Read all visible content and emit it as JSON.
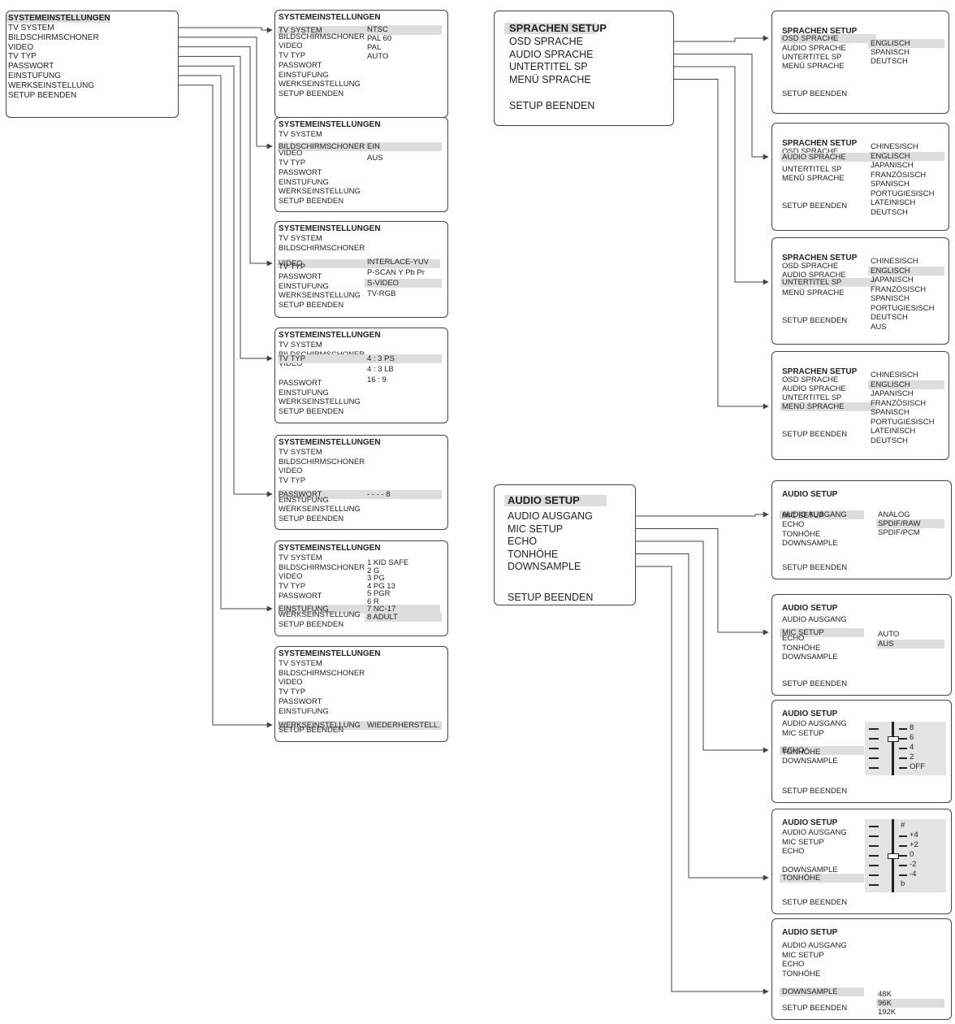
{
  "colors": {
    "line": "#444444",
    "highlight": "#dddddd",
    "text": "#222222"
  },
  "icons": {
    "connector": "arrow-right-icon",
    "slider_knob": "slider-knob-icon"
  },
  "system_setup": {
    "title": "SYSTEMEINSTELLUNGEN",
    "items": [
      "TV SYSTEM",
      "BILDSCHIRMSCHONER",
      "VIDEO",
      "TV TYP",
      "PASSWORT",
      "EINSTUFUNG",
      "WERKSEINSTELLUNG",
      "SETUP BEENDEN"
    ],
    "submenus": [
      {
        "selected": "TV SYSTEM",
        "options": [
          "NTSC",
          "PAL 60",
          "PAL",
          "AUTO"
        ],
        "highlighted_option": "NTSC"
      },
      {
        "selected": "BILDSCHIRMSCHONER",
        "options": [
          "EIN",
          "AUS"
        ],
        "highlighted_option": "EIN"
      },
      {
        "selected": "VIDEO",
        "options": [
          "INTERLACE-YUV",
          "P-SCAN Y Pb Pr",
          "S-VIDEO",
          "TV-RGB"
        ],
        "highlighted_option": "S-VIDEO"
      },
      {
        "selected": "TV TYP",
        "options": [
          "4 : 3 PS",
          "4 : 3 LB",
          "16 : 9"
        ],
        "highlighted_option": "4 : 3 PS"
      },
      {
        "selected": "PASSWORT",
        "options": [
          "- - - - 8"
        ],
        "highlighted_option": "- - - - 8"
      },
      {
        "selected": "EINSTUFUNG",
        "options": [
          "1 KID SAFE",
          "2 G",
          "3 PG",
          "4 PG 13",
          "5 PGR",
          "6 R",
          "7 NC-17",
          "8 ADULT"
        ],
        "highlighted_option": "8 ADULT"
      },
      {
        "selected": "WERKSEINSTELLUNG",
        "options": [
          "WIEDERHERSTELL."
        ],
        "highlighted_option": "WIEDERHERSTELL."
      }
    ]
  },
  "language_setup": {
    "title": "SPRACHEN SETUP",
    "items": [
      "OSD SPRACHE",
      "AUDIO SPRACHE",
      "UNTERTITEL SP",
      "MENÜ SPRACHE",
      "SETUP BEENDEN"
    ],
    "submenus": [
      {
        "selected": "OSD SPRACHE",
        "options": [
          "ENGLISCH",
          "SPANISCH",
          "DEUTSCH"
        ],
        "highlighted_option": "ENGLISCH"
      },
      {
        "selected": "AUDIO SPRACHE",
        "options": [
          "CHINESISCH",
          "ENGLISCH",
          "JAPANISCH",
          "FRANZÖSISCH",
          "SPANISCH",
          "PORTUGIESISCH",
          "LATEINISCH",
          "DEUTSCH"
        ],
        "highlighted_option": "ENGLISCH"
      },
      {
        "selected": "UNTERTITEL SP",
        "options": [
          "CHINESISCH",
          "ENGLISCH",
          "JAPANISCH",
          "FRANZÖSISCH",
          "SPANISCH",
          "PORTUGIESISCH",
          "DEUTSCH",
          "AUS"
        ],
        "highlighted_option": "ENGLISCH"
      },
      {
        "selected": "MENÜ SPRACHE",
        "options": [
          "CHINESISCH",
          "ENGLISCH",
          "JAPANISCH",
          "FRANZÖSISCH",
          "SPANISCH",
          "PORTUGIESISCH",
          "LATEINISCH",
          "DEUTSCH"
        ],
        "highlighted_option": "ENGLISCH"
      }
    ]
  },
  "audio_setup": {
    "title": "AUDIO SETUP",
    "items": [
      "AUDIO AUSGANG",
      "MIC SETUP",
      "ECHO",
      "TONHÖHE",
      "DOWNSAMPLE",
      "SETUP BEENDEN"
    ],
    "submenus": [
      {
        "selected": "AUDIO AUSGANG",
        "options": [
          "ANALOG",
          "SPDIF/RAW",
          "SPDIF/PCM"
        ],
        "highlighted_option": "SPDIF/RAW"
      },
      {
        "selected": "MIC SETUP",
        "options": [
          "AUTO",
          "AUS"
        ],
        "highlighted_option": "AUS"
      },
      {
        "selected": "ECHO",
        "slider_labels": [
          "8",
          "6",
          "4",
          "2",
          "OFF"
        ],
        "slider_value": "6"
      },
      {
        "selected": "TONHÖHE",
        "slider_labels": [
          "#",
          "+4",
          "+2",
          "0",
          "-2",
          "-4",
          "b"
        ],
        "slider_value": "0"
      },
      {
        "selected": "DOWNSAMPLE",
        "options": [
          "48K",
          "96K",
          "192K"
        ],
        "highlighted_option": "96K"
      }
    ]
  }
}
